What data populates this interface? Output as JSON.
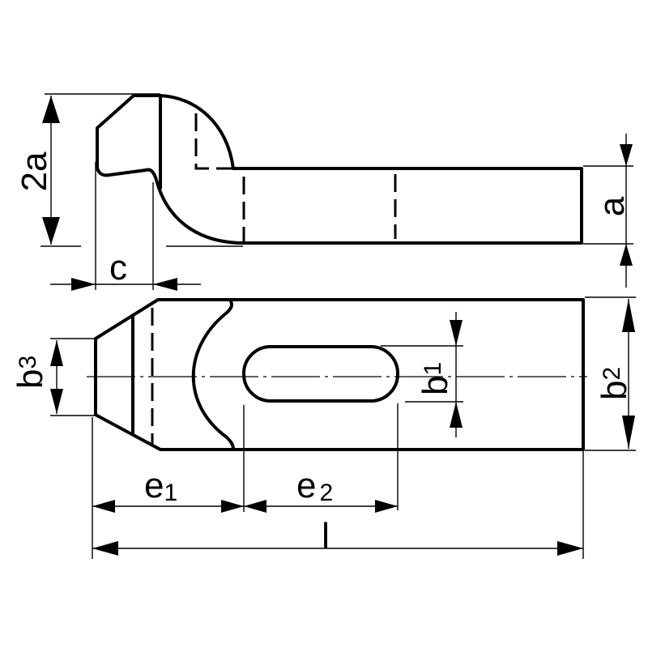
{
  "drawing": {
    "title": "Clamp technical drawing",
    "views": [
      "side-view",
      "top-view"
    ],
    "stroke_color": "#000000",
    "background": "#ffffff"
  },
  "labels": {
    "two_a": "2a",
    "a": "a",
    "c": "c",
    "b1_main": "b",
    "b1_sub": "1",
    "b2_main": "b",
    "b2_sub": "2",
    "b3_main": "b",
    "b3_sub": "3",
    "e1_main": "e",
    "e1_sub": "1",
    "e2_main": "e",
    "e2_sub": "2",
    "l": "l"
  }
}
